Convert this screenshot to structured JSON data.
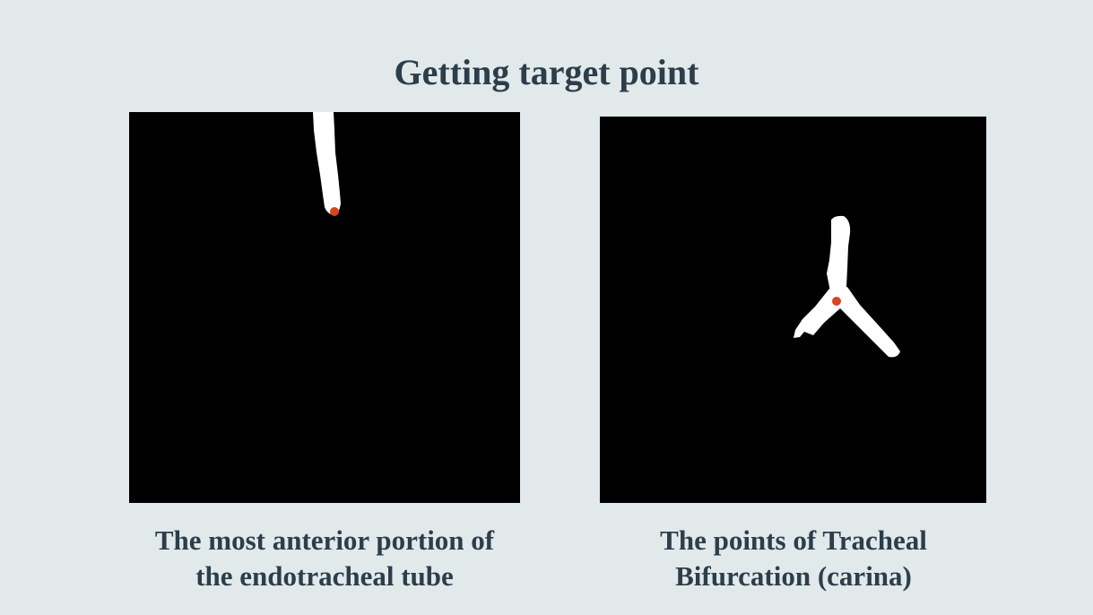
{
  "slide": {
    "title": "Getting target point"
  },
  "left_panel": {
    "caption_line1": "The most anterior portion of",
    "caption_line2": "the endotracheal tube"
  },
  "right_panel": {
    "caption_line1": "The points of Tracheal",
    "caption_line2": "Bifurcation (carina)"
  },
  "colors": {
    "background": "#e2e9eb",
    "title_text": "#2c3e4a",
    "mask_background": "#000000",
    "mask_foreground": "#ffffff",
    "target_point": "#d9431e"
  }
}
